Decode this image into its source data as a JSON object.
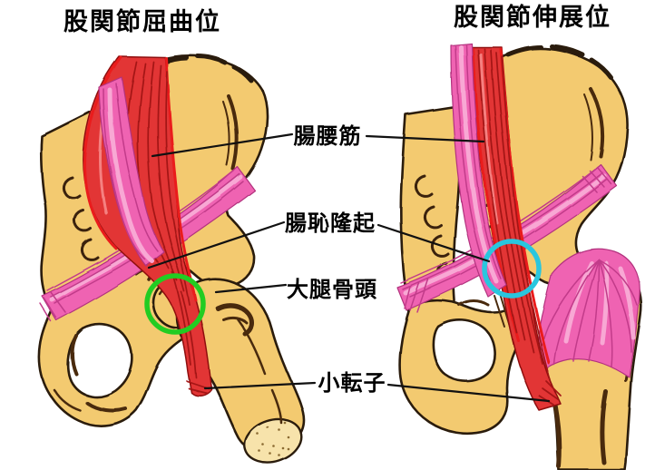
{
  "illustration": {
    "type": "hand-drawn anatomical diagram of hip joint (medial view of pelvis with iliopsoas muscle)",
    "panels": {
      "flexion": {
        "title": "股関節屈曲位"
      },
      "extension": {
        "title": "股関節伸展位"
      }
    },
    "labels": {
      "iliopsoas": "腸腰筋",
      "iliopubic_eminence": "腸恥隆起",
      "femoral_head": "大腿骨頭",
      "lesser_trochanter": "小転子"
    },
    "highlights": {
      "femoral_head_circle": {
        "panel": "flexion",
        "shape": "circle",
        "color": "#22cc22"
      },
      "iliopubic_eminence_circle": {
        "panel": "extension",
        "shape": "circle",
        "color": "#29c6de"
      }
    },
    "palette": {
      "background": "#ffffff",
      "bone": "#f3ca70",
      "bone_shadow": "#8a5a1e",
      "outline": "#2a1a08",
      "muscle_red": "#e23434",
      "muscle_red_dark": "#a31414",
      "muscle_pink": "#ef63b2",
      "muscle_pink_light": "#f8a8d4",
      "leader_line": "#111111",
      "text": "#000000"
    }
  }
}
